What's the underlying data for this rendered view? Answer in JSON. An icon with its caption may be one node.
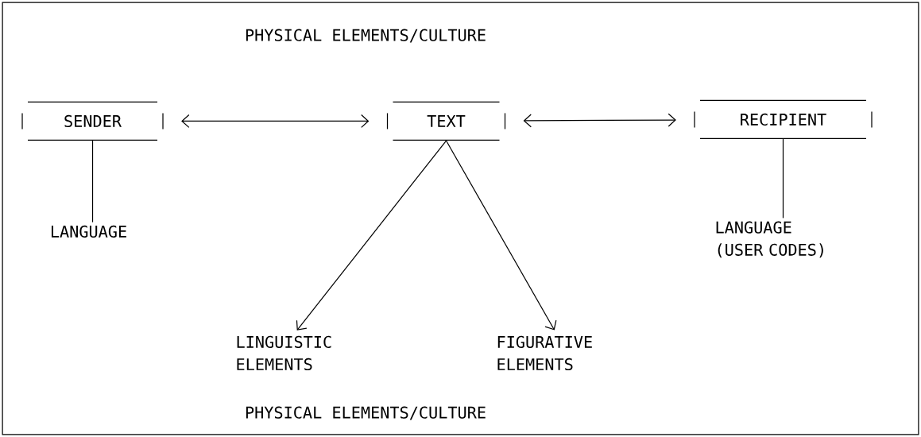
{
  "diagram": {
    "nodes": [
      {
        "text": [
          "PHYSICAL ELEMENTS/CULTURE",
          "PHYSICAL ELEMENTS/CULTURE"
        ]
      },
      {
        "text": [
          "SENDER"
        ],
        "in": 0
      },
      {
        "text": [
          "TEXT"
        ],
        "in": 0
      },
      {
        "text": [
          "RECIPIENT"
        ],
        "in": 0
      },
      {
        "text": [
          "LANGUAGE"
        ],
        "in": 0
      },
      {
        "text": [
          "LANGUAGE (USER CODES)"
        ],
        "in": 0
      },
      {
        "text": [
          "LINGUISTIC ELEMENTS"
        ],
        "in": 0
      },
      {
        "text": [
          "FIGURATIVE ELEMENTS"
        ],
        "in": 0
      }
    ],
    "edges": [
      {
        "from": 1,
        "to": 2,
        "arrow": "both"
      },
      {
        "from": 2,
        "to": 3,
        "arrow": "both"
      },
      {
        "from": 1,
        "to": 4,
        "arrow": "none"
      },
      {
        "from": 3,
        "to": 5,
        "arrow": "none"
      },
      {
        "from": 2,
        "to": 6,
        "arrow": "to"
      },
      {
        "from": 2,
        "to": 7,
        "arrow": "to"
      }
    ]
  }
}
